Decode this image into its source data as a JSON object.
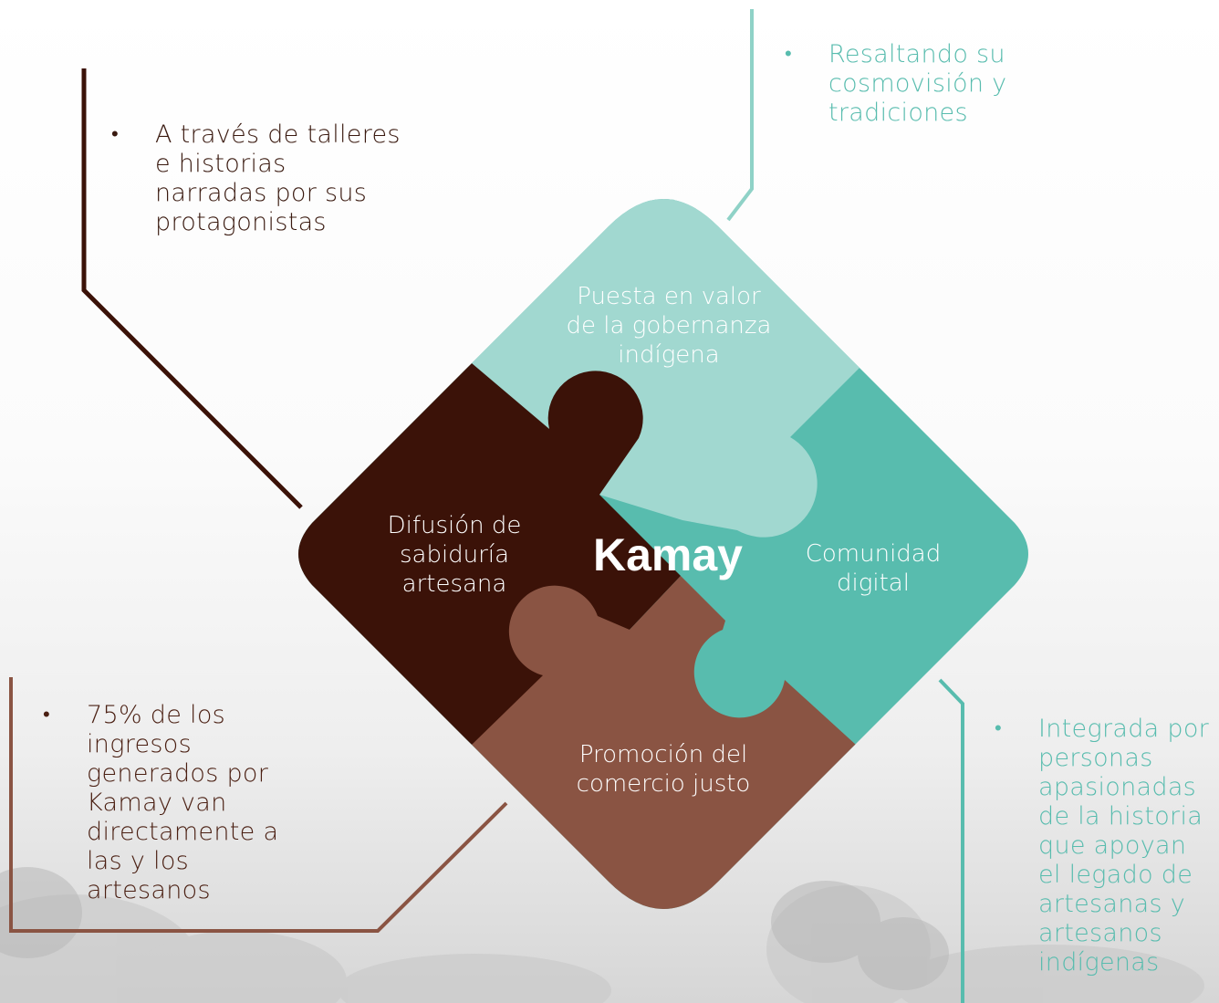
{
  "center_title": "Kamay",
  "pieces": {
    "top": "Puesta en valor de la gobernanza indígena",
    "left": "Difusión de sabiduría artesana",
    "right": "Comunidad digital",
    "bottom": "Promoción del comercio justo"
  },
  "notes": {
    "top_left": "A través de talleres e historias narradas por sus protagonistas",
    "top_right": "Resaltando su cosmovisión y tradiciones",
    "bottom_left": "75% de los ingresos generados por Kamay van directamente a las y los artesanos",
    "bottom_right": "Integrada por personas apasionadas de la historia que apoyan el legado de artesanas y artesanos indígenas"
  },
  "bullet_symbol": "•",
  "colors": {
    "top_piece": "#a1d8d0",
    "left_piece": "#3b1208",
    "right_piece": "#58bcae",
    "bottom_piece": "#8a5443",
    "dark_line": "#3b1208",
    "brown_line": "#8a5443",
    "teal_line": "#8fd2c7"
  }
}
